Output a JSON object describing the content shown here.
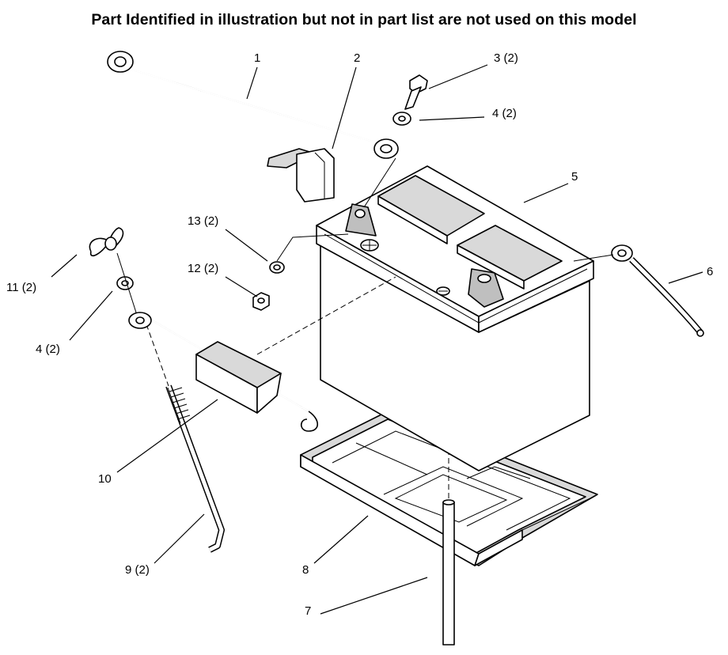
{
  "title": "Part Identified in illustration but not in part list are not used on this model",
  "callouts": {
    "c1": "1",
    "c2": "2",
    "c3": "3 (2)",
    "c4a": "4 (2)",
    "c4b": "4 (2)",
    "c5": "5",
    "c6": "6",
    "c7": "7",
    "c8": "8",
    "c9": "9 (2)",
    "c10": "10",
    "c11": "11 (2)",
    "c12": "12 (2)",
    "c13": "13 (2)"
  }
}
